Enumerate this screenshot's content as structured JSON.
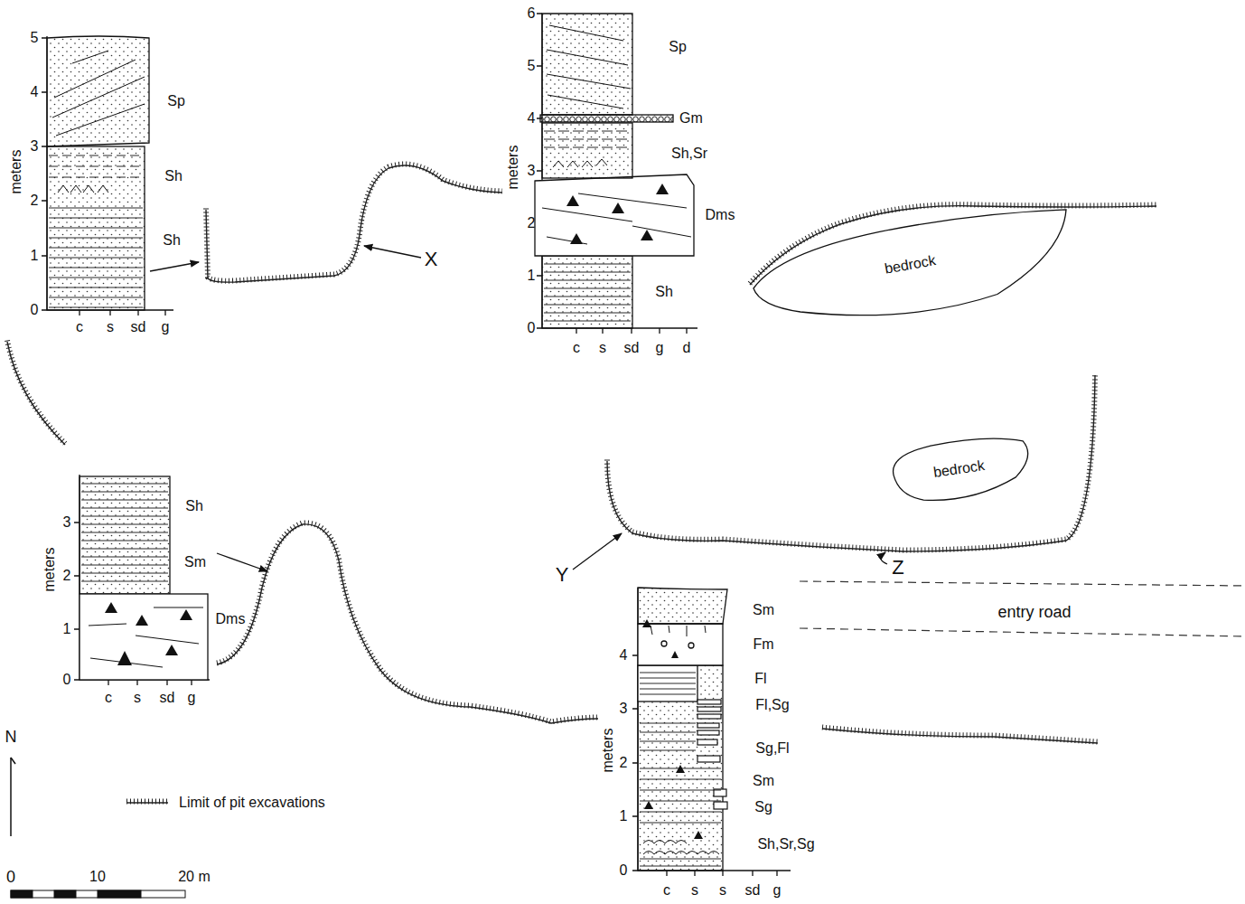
{
  "diagram": {
    "nodes": [
      {
        "text": [
          "bedrock"
        ]
      },
      {
        "text": [
          "bedrock"
        ]
      }
    ],
    "labels": [
      "5",
      "4",
      "3",
      "2",
      "1",
      "0",
      "meters",
      "Sp",
      "Sh",
      "Sh",
      "c",
      "s",
      "sd",
      "g",
      "6",
      "5",
      "4",
      "3",
      "2",
      "1",
      "0",
      "meters",
      "Sp",
      "Gm",
      "Sh,Sr",
      "Dms",
      "Sh",
      "c",
      "s",
      "sd",
      "g",
      "d",
      "3",
      "2",
      "1",
      "0",
      "meters",
      "Sh",
      "Sm",
      "Dms",
      "c",
      "s",
      "sd",
      "g",
      "4",
      "3",
      "2",
      "1",
      "0",
      "meters",
      "Sm",
      "Fm",
      "Fl",
      "Fl,Sg",
      "Sg,Fl",
      "Sm",
      "Sg",
      "Sh,Sr,Sg",
      "c",
      "s",
      "s",
      "sd",
      "g",
      "X",
      "Y",
      "Z",
      "entry road",
      "N",
      "0",
      "10",
      "20 m"
    ],
    "legend": [
      {
        "text": "Limit of pit excavations"
      }
    ]
  }
}
